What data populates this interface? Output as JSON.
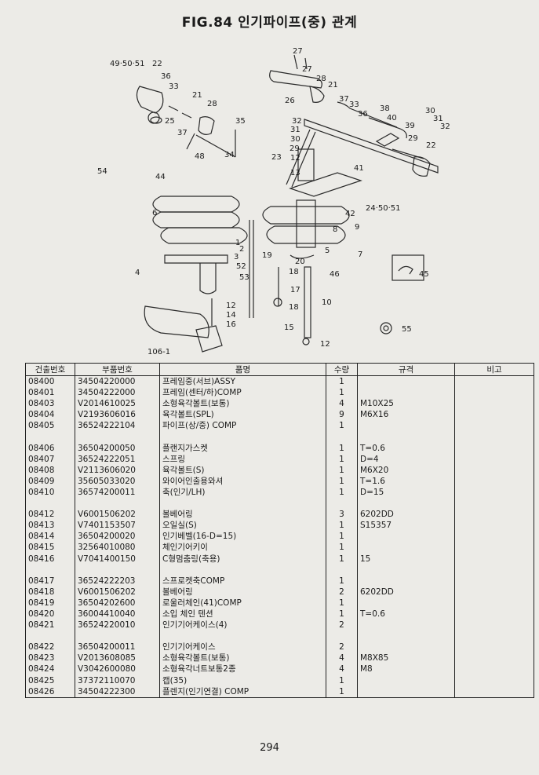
{
  "title": "FIG.84 인기파이프(중) 관계",
  "page_number": "294",
  "callouts": [
    "49·50·51",
    "22",
    "36",
    "33",
    "25",
    "21",
    "37",
    "28",
    "35",
    "48",
    "34",
    "27",
    "27",
    "26",
    "28",
    "21",
    "37",
    "33",
    "36",
    "32",
    "31",
    "30",
    "29",
    "12",
    "13",
    "23",
    "41",
    "38",
    "40",
    "39",
    "29",
    "30",
    "31",
    "32",
    "22",
    "54",
    "44",
    "24·50·51",
    "42",
    "6",
    "3",
    "52",
    "53",
    "4",
    "8",
    "9",
    "7",
    "19",
    "20",
    "18",
    "46",
    "45",
    "5",
    "17",
    "18",
    "10",
    "15",
    "12",
    "55",
    "12",
    "14",
    "16",
    "106-1",
    "1",
    "2"
  ],
  "table": {
    "headers": [
      "건출번호",
      "부품번호",
      "품명",
      "수량",
      "규격",
      "비고"
    ],
    "groups": [
      [
        {
          "no": "08400",
          "part": "34504220000",
          "name": "프레임중(서브)ASSY",
          "qty": "1",
          "spec": "",
          "note": ""
        },
        {
          "no": "08401",
          "part": "34504222000",
          "name": "프레임(센터/하)COMP",
          "qty": "1",
          "spec": "",
          "note": ""
        },
        {
          "no": "08403",
          "part": "V2014610025",
          "name": "소형육각볼트(보통)",
          "qty": "4",
          "spec": "M10X25",
          "note": ""
        },
        {
          "no": "08404",
          "part": "V2193606016",
          "name": "육각볼트(SPL)",
          "qty": "9",
          "spec": "M6X16",
          "note": ""
        },
        {
          "no": "08405",
          "part": "36524222104",
          "name": "파이프(상/중) COMP",
          "qty": "1",
          "spec": "",
          "note": ""
        }
      ],
      [
        {
          "no": "08406",
          "part": "36504200050",
          "name": "플랜지가스켓",
          "qty": "1",
          "spec": "T=0.6",
          "note": ""
        },
        {
          "no": "08407",
          "part": "36524222051",
          "name": "스프링",
          "qty": "1",
          "spec": "D=4",
          "note": ""
        },
        {
          "no": "08408",
          "part": "V2113606020",
          "name": "육각볼트(S)",
          "qty": "1",
          "spec": "M6X20",
          "note": ""
        },
        {
          "no": "08409",
          "part": "35605033020",
          "name": "와이어인출용와셔",
          "qty": "1",
          "spec": "T=1.6",
          "note": ""
        },
        {
          "no": "08410",
          "part": "36574200011",
          "name": "축(인기/LH)",
          "qty": "1",
          "spec": "D=15",
          "note": ""
        }
      ],
      [
        {
          "no": "08412",
          "part": "V6001506202",
          "name": "볼베어링",
          "qty": "3",
          "spec": "6202DD",
          "note": ""
        },
        {
          "no": "08413",
          "part": "V7401153507",
          "name": "오일실(S)",
          "qty": "1",
          "spec": "S15357",
          "note": ""
        },
        {
          "no": "08414",
          "part": "36504200020",
          "name": "인기베벨(16-D=15)",
          "qty": "1",
          "spec": "",
          "note": ""
        },
        {
          "no": "08415",
          "part": "32564010080",
          "name": "체인기어키이",
          "qty": "1",
          "spec": "",
          "note": ""
        },
        {
          "no": "08416",
          "part": "V7041400150",
          "name": "C형멈춤링(축용)",
          "qty": "1",
          "spec": "15",
          "note": ""
        }
      ],
      [
        {
          "no": "08417",
          "part": "36524222203",
          "name": "스프로켓축COMP",
          "qty": "1",
          "spec": "",
          "note": ""
        },
        {
          "no": "08418",
          "part": "V6001506202",
          "name": "볼베어링",
          "qty": "2",
          "spec": "6202DD",
          "note": ""
        },
        {
          "no": "08419",
          "part": "36504202600",
          "name": "로울러체인(41)COMP",
          "qty": "1",
          "spec": "",
          "note": ""
        },
        {
          "no": "08420",
          "part": "36004410040",
          "name": "소입 체인 텐션",
          "qty": "1",
          "spec": "T=0.6",
          "note": ""
        },
        {
          "no": "08421",
          "part": "36524220010",
          "name": "인기기어케이스(4)",
          "qty": "2",
          "spec": "",
          "note": ""
        }
      ],
      [
        {
          "no": "08422",
          "part": "36504200011",
          "name": "인기기어케이스",
          "qty": "2",
          "spec": "",
          "note": ""
        },
        {
          "no": "08423",
          "part": "V2013608085",
          "name": "소형육각볼트(보통)",
          "qty": "4",
          "spec": "M8X85",
          "note": ""
        },
        {
          "no": "08424",
          "part": "V3042600080",
          "name": "소형육각너트보통2종",
          "qty": "4",
          "spec": "M8",
          "note": ""
        },
        {
          "no": "08425",
          "part": "37372110070",
          "name": "캡(35)",
          "qty": "1",
          "spec": "",
          "note": ""
        },
        {
          "no": "08426",
          "part": "34504222300",
          "name": "플렌지(인기연결) COMP",
          "qty": "1",
          "spec": "",
          "note": ""
        }
      ]
    ]
  }
}
